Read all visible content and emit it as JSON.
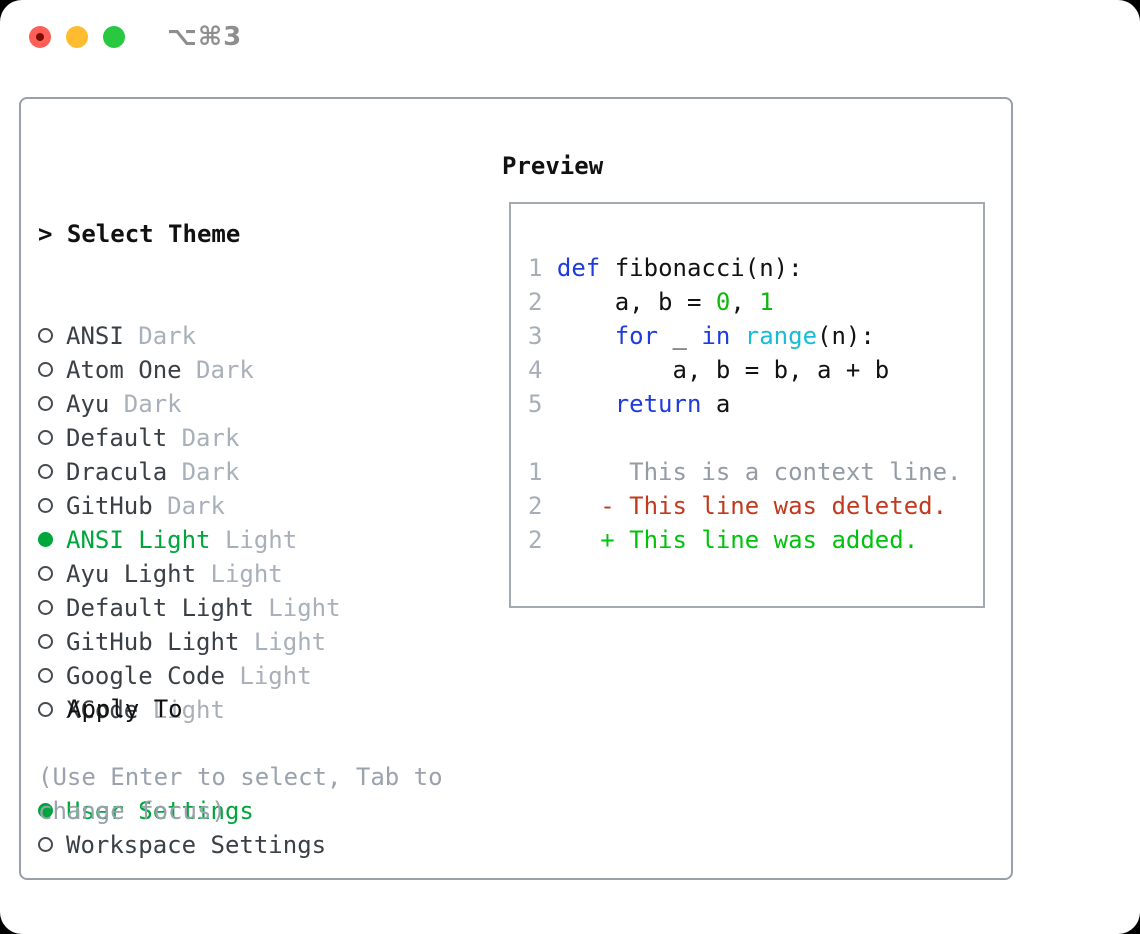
{
  "window": {
    "title": "⌥⌘3"
  },
  "theme_picker": {
    "header_prefix": ">",
    "header": "Select Theme",
    "items": [
      {
        "name": "ANSI",
        "variant": "Dark",
        "selected": false
      },
      {
        "name": "Atom One",
        "variant": "Dark",
        "selected": false
      },
      {
        "name": "Ayu",
        "variant": "Dark",
        "selected": false
      },
      {
        "name": "Default",
        "variant": "Dark",
        "selected": false
      },
      {
        "name": "Dracula",
        "variant": "Dark",
        "selected": false
      },
      {
        "name": "GitHub",
        "variant": "Dark",
        "selected": false
      },
      {
        "name": "ANSI Light",
        "variant": "Light",
        "selected": true
      },
      {
        "name": "Ayu Light",
        "variant": "Light",
        "selected": false
      },
      {
        "name": "Default Light",
        "variant": "Light",
        "selected": false
      },
      {
        "name": "GitHub Light",
        "variant": "Light",
        "selected": false
      },
      {
        "name": "Google Code",
        "variant": "Light",
        "selected": false
      },
      {
        "name": "XCode",
        "variant": "Light",
        "selected": false
      }
    ]
  },
  "apply_to": {
    "header": "Apply To",
    "options": [
      {
        "label": "User Settings",
        "selected": true
      },
      {
        "label": "Workspace Settings",
        "selected": false
      }
    ]
  },
  "help_text": "(Use Enter to select, Tab to change focus)",
  "preview": {
    "label": "Preview",
    "lines": [
      {
        "num": "1",
        "tokens": [
          {
            "t": "def",
            "c": "kw"
          },
          {
            "t": " fibonacci(n):",
            "c": "fg"
          }
        ]
      },
      {
        "num": "2",
        "tokens": [
          {
            "t": "    a, b = ",
            "c": "fg"
          },
          {
            "t": "0",
            "c": "num"
          },
          {
            "t": ", ",
            "c": "fg"
          },
          {
            "t": "1",
            "c": "num"
          }
        ]
      },
      {
        "num": "3",
        "tokens": [
          {
            "t": "    ",
            "c": "fg"
          },
          {
            "t": "for",
            "c": "kw"
          },
          {
            "t": " _ ",
            "c": "fg"
          },
          {
            "t": "in",
            "c": "kw"
          },
          {
            "t": " ",
            "c": "fg"
          },
          {
            "t": "range",
            "c": "fn"
          },
          {
            "t": "(n):",
            "c": "fg"
          }
        ]
      },
      {
        "num": "4",
        "tokens": [
          {
            "t": "        a, b = b, a + b",
            "c": "fg"
          }
        ]
      },
      {
        "num": "5",
        "tokens": [
          {
            "t": "    ",
            "c": "fg"
          },
          {
            "t": "return",
            "c": "kw"
          },
          {
            "t": " a",
            "c": "fg"
          }
        ]
      },
      {
        "num": "",
        "tokens": []
      },
      {
        "num": "1",
        "tokens": [
          {
            "t": "     This is a context line.",
            "c": "ctx"
          }
        ]
      },
      {
        "num": "2",
        "tokens": [
          {
            "t": "   - This line was deleted.",
            "c": "del"
          }
        ]
      },
      {
        "num": "2",
        "tokens": [
          {
            "t": "   + This line was added.",
            "c": "add"
          }
        ]
      }
    ]
  },
  "colors": {
    "accent_green": "#00a63c",
    "keyword_blue": "#1e3cdc",
    "function_cyan": "#17bdd6",
    "number_green": "#12b70e",
    "deleted_red": "#c23a1d",
    "added_green": "#00c30e",
    "muted_gray": "#a8b0ba",
    "text_dark": "#3a4046",
    "traffic_red": "#ff5f57",
    "traffic_yellow": "#febc2e",
    "traffic_green": "#28c840"
  }
}
